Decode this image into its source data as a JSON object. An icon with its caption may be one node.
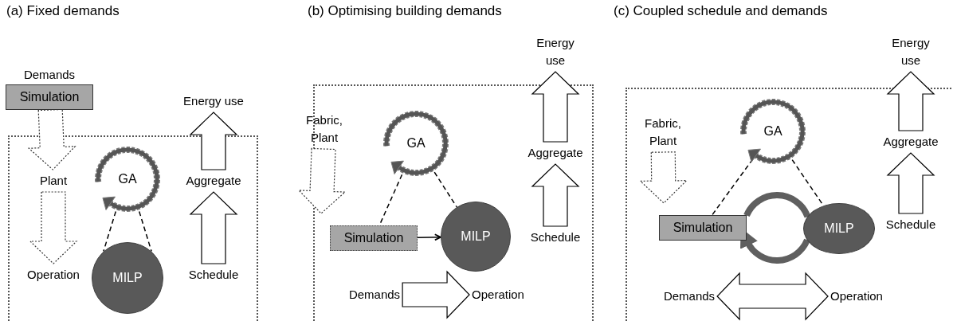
{
  "diagram": {
    "nodes": [
      {
        "text": [
          "Demands",
          "Simulation"
        ]
      },
      {
        "text": [
          "Plant"
        ]
      },
      {
        "text": [
          "Operation"
        ]
      },
      {
        "text": [
          "GA"
        ]
      },
      {
        "text": [
          "MILP"
        ]
      },
      {
        "text": [
          "Energy use"
        ]
      },
      {
        "text": [
          "Aggregate"
        ]
      },
      {
        "text": [
          "Schedule"
        ]
      },
      {
        "text": [
          "Energy use"
        ]
      },
      {
        "text": [
          "Fabric, Plant"
        ]
      },
      {
        "text": [
          "GA"
        ]
      },
      {
        "text": [
          "Aggregate"
        ]
      },
      {
        "text": [
          "Simulation"
        ]
      },
      {
        "text": [
          "MILP"
        ]
      },
      {
        "text": [
          "Schedule"
        ]
      },
      {
        "text": [
          "Demands"
        ]
      },
      {
        "text": [
          "Operation"
        ]
      },
      {
        "text": [
          "Energy use"
        ]
      },
      {
        "text": [
          "Fabric, Plant"
        ]
      },
      {
        "text": [
          "GA"
        ]
      },
      {
        "text": [
          "Aggregate"
        ]
      },
      {
        "text": [
          "Simulation"
        ]
      },
      {
        "text": [
          "MILP"
        ]
      },
      {
        "text": [
          "Schedule"
        ]
      },
      {
        "text": [
          "Demands"
        ]
      },
      {
        "text": [
          "Operation"
        ]
      }
    ],
    "edges": [
      {
        "from": 0,
        "to": 1,
        "arrow": "to",
        "style": "dashed"
      },
      {
        "from": 1,
        "to": 2,
        "arrow": "to",
        "style": "dashed"
      },
      {
        "from": 3,
        "to": 4,
        "arrow": "none",
        "style": "dashed"
      },
      {
        "from": 7,
        "to": 6,
        "arrow": "to"
      },
      {
        "from": 6,
        "to": 5,
        "arrow": "to"
      },
      {
        "from": 9,
        "to": null,
        "arrow": "to",
        "style": "dashed"
      },
      {
        "from": 10,
        "to": 12,
        "arrow": "none",
        "style": "dashed"
      },
      {
        "from": 10,
        "to": 13,
        "arrow": "none",
        "style": "dashed"
      },
      {
        "from": 12,
        "to": 13,
        "arrow": "to"
      },
      {
        "from": 14,
        "to": 11,
        "arrow": "to"
      },
      {
        "from": 11,
        "to": 8,
        "arrow": "to"
      },
      {
        "from": 15,
        "to": 16,
        "arrow": "to"
      },
      {
        "from": 18,
        "to": null,
        "arrow": "to",
        "style": "dashed"
      },
      {
        "from": 19,
        "to": 21,
        "arrow": "none",
        "style": "dashed"
      },
      {
        "from": 19,
        "to": 22,
        "arrow": "none",
        "style": "dashed"
      },
      {
        "from": 23,
        "to": 20,
        "arrow": "to"
      },
      {
        "from": 20,
        "to": 17,
        "arrow": "to"
      },
      {
        "from": 24,
        "to": 25,
        "arrow": "both"
      },
      {
        "from": 21,
        "to": 22,
        "arrow": "none",
        "style": "thick",
        "color": "#5f5f5f"
      },
      {
        "from": 22,
        "to": 21,
        "arrow": "to",
        "style": "thick",
        "color": "#5f5f5f"
      }
    ],
    "labels": [
      "(a) Fixed demands",
      "(b) Optimising building demands",
      "(c) Coupled schedule and demands"
    ]
  }
}
